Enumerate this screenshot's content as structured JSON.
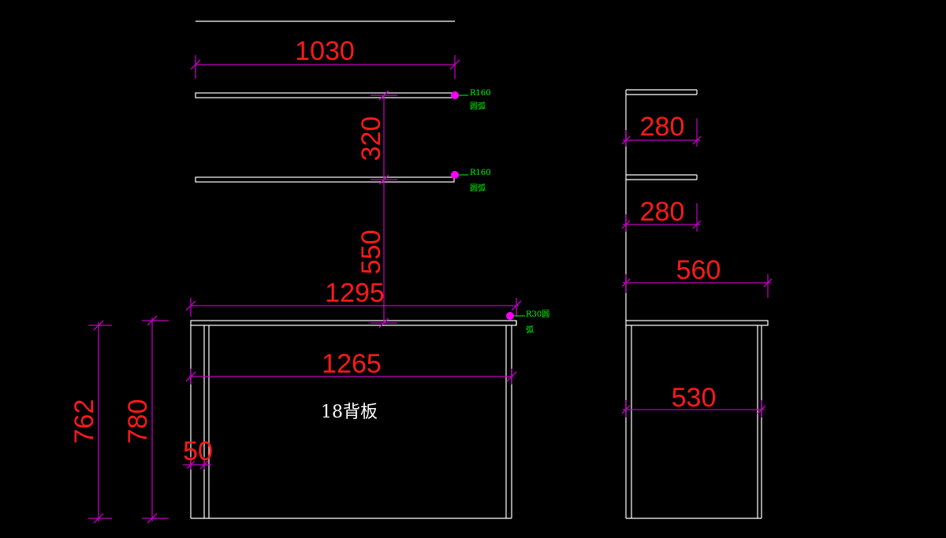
{
  "drawing": {
    "background_color": "#000000",
    "line_color": "#ffffff",
    "dimension_line_color": "#c000c0",
    "dimension_text_color": "#ff1a1a",
    "annotation_color": "#00ff00",
    "marker_color": "#ff00ff",
    "front_view": {
      "dimensions": {
        "top_shelf_width": "1030",
        "shelf_spacing_upper": "320",
        "shelf_spacing_lower": "550",
        "desk_top_width": "1295",
        "desk_inner_width": "1265",
        "overall_height": "762",
        "panel_height": "780",
        "side_panel_thickness": "50"
      },
      "notes": {
        "top_shelf_radius_a": "R160",
        "top_shelf_radius_b": "圆弧",
        "middle_shelf_radius_a": "R160",
        "middle_shelf_radius_b": "圆弧",
        "desk_corner_radius_a": "R30圆",
        "desk_corner_radius_b": "弧"
      },
      "back_panel_label": "18背板"
    },
    "side_view": {
      "dimensions": {
        "upper_shelf_depth": "280",
        "lower_shelf_depth": "280",
        "desk_top_depth": "560",
        "cabinet_depth": "530"
      }
    }
  }
}
